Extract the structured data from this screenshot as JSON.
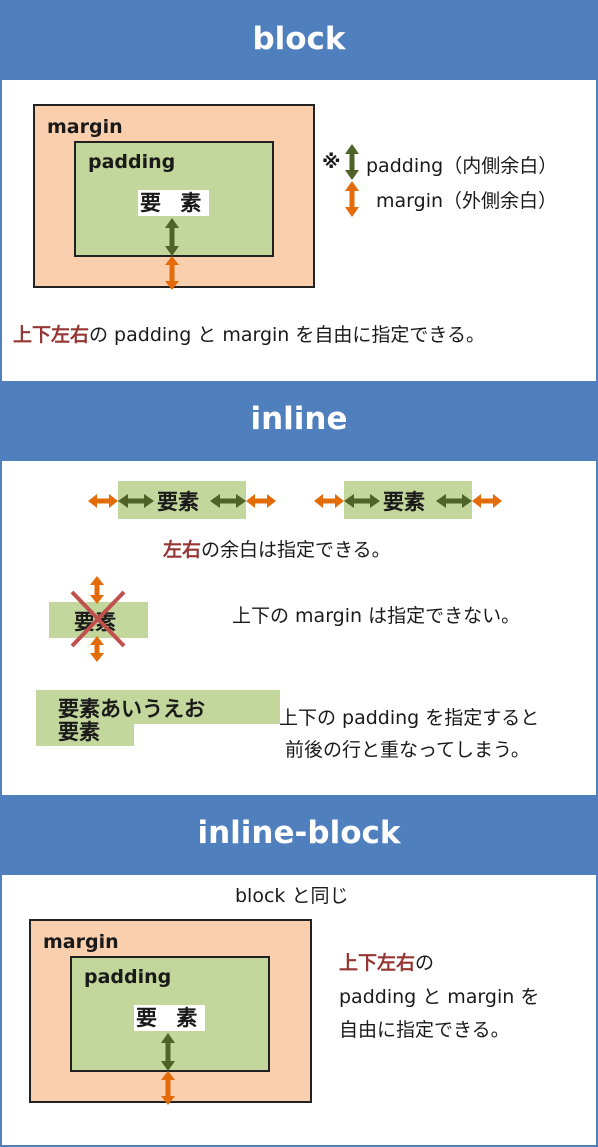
{
  "sections": {
    "block": {
      "title": "block",
      "margin_label": "margin",
      "padding_label": "padding",
      "element_label": "要 素",
      "legend_mark": "※",
      "legend_padding": "padding（内側余白）",
      "legend_margin": "margin（外側余白）",
      "caption_highlight": "上下左右",
      "caption_rest": "の padding と margin を自由に指定できる。"
    },
    "inline": {
      "title": "inline",
      "element_label": "要素",
      "lr_caption_highlight": "左右",
      "lr_caption_rest": "の余白は指定できる。",
      "struck_label": "要素",
      "no_margin_text": "上下の margin は指定できない。",
      "overlap_line1": "要素あいうえお",
      "overlap_line2": "要素",
      "padding_note_line1": "上下の padding を指定すると",
      "padding_note_line2": "前後の行と重なってしまう。"
    },
    "inline_block": {
      "title": "inline-block",
      "same_as": "block と同じ",
      "margin_label": "margin",
      "padding_label": "padding",
      "element_label": "要 素",
      "caption_highlight": "上下左右",
      "caption_rest1": "の",
      "caption_line2": "padding と margin を",
      "caption_line3": "自由に指定できる。"
    }
  },
  "colors": {
    "header": "#4f7fbd",
    "margin_fill": "#f9cfae",
    "padding_fill": "#c3d69b",
    "padding_arrow": "#4f6228",
    "margin_arrow": "#e36c09",
    "highlight_text": "#963634",
    "cross": "#c0504d"
  }
}
